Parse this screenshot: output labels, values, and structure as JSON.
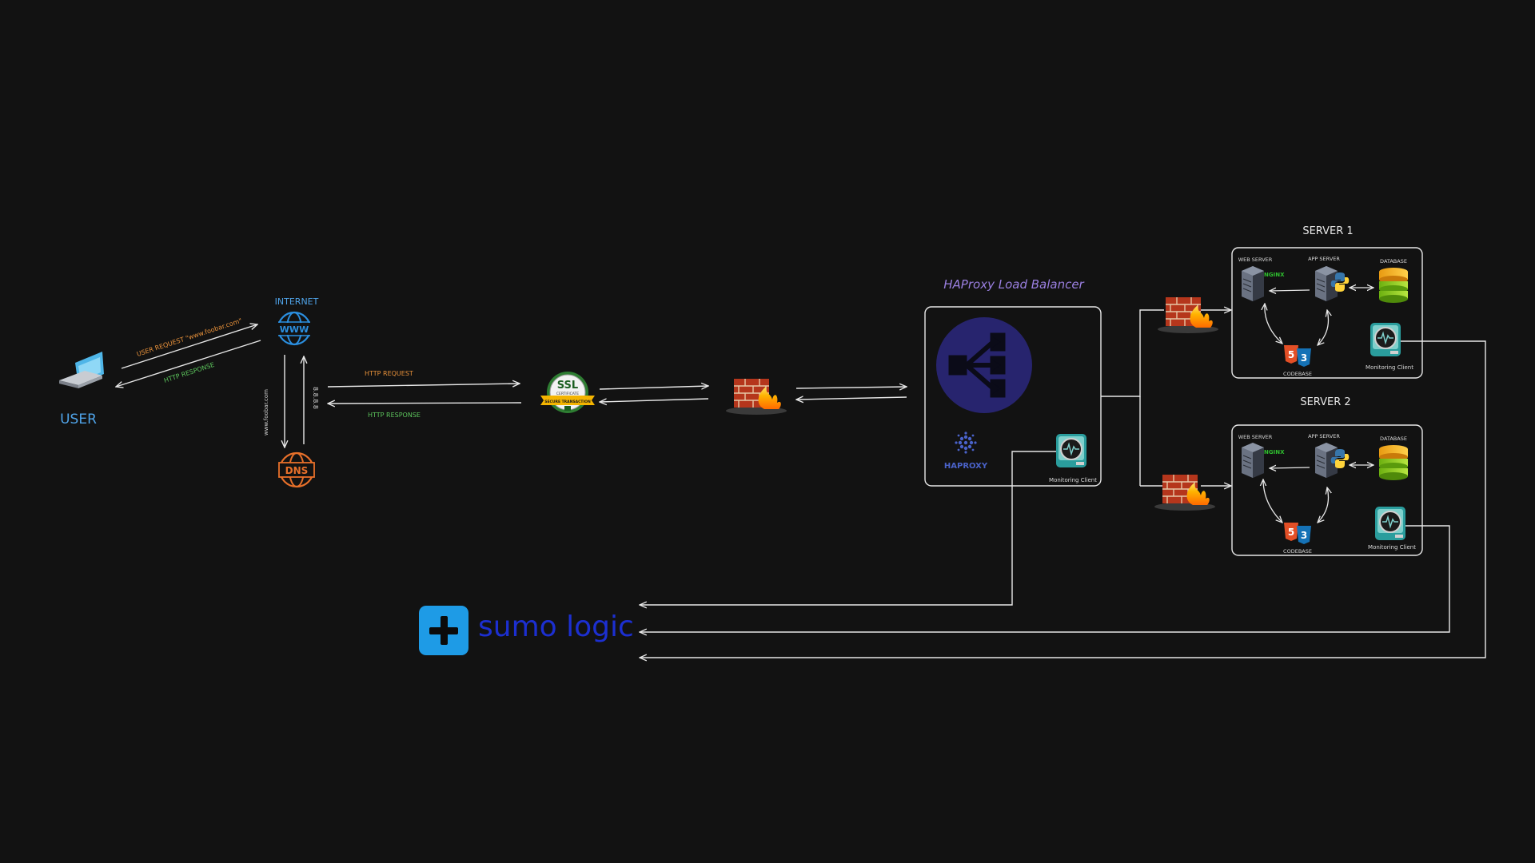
{
  "labels": {
    "user": "USER",
    "internet": "INTERNET",
    "user_request": "USER REQUEST \"www.foobar.com\"",
    "http_response_1": "HTTP RESPONSE",
    "dns_query": "www.foobar.com",
    "dns_answer": "8.8.8.8",
    "http_request_2": "HTTP REQUEST",
    "http_response_2": "HTTP RESPONSE",
    "ssl_title": "SSL",
    "ssl_sub": "CERTIFICATE",
    "ssl_ribbon": "SECURE TRANSACTION",
    "dns": "DNS",
    "www": "WWW",
    "lb_title": "HAProxy Load Balancer",
    "haproxy_logo": "HAPROXY",
    "monitoring_client": "Monitoring Client",
    "server1_title": "SERVER 1",
    "server2_title": "SERVER 2",
    "web_server": "WEB SERVER",
    "app_server": "APP SERVER",
    "database": "DATABASE",
    "nginx": "NGINX",
    "codebase": "CODEBASE",
    "sumo": "sumo logic"
  },
  "colors": {
    "background": "#121212",
    "line": "#e8e8e8",
    "user_blue": "#4fa3e8",
    "request_orange": "#e8913a",
    "response_green": "#5cc45c",
    "lb_purple": "#9a7fe0",
    "haproxy_navy": "#27246e",
    "sumo_blue": "#1e9be6",
    "sumo_text": "#1c2fd0",
    "nginx_green": "#2fbf2f",
    "monitor_teal": "#2a9d9d"
  },
  "icons": [
    "laptop-icon",
    "globe-icon",
    "dns-icon",
    "ssl-badge-icon",
    "firewall-icon",
    "haproxy-icon",
    "server-icon",
    "python-icon",
    "database-icon",
    "html5-icon",
    "css3-icon",
    "monitoring-icon",
    "sumo-logic-icon"
  ]
}
